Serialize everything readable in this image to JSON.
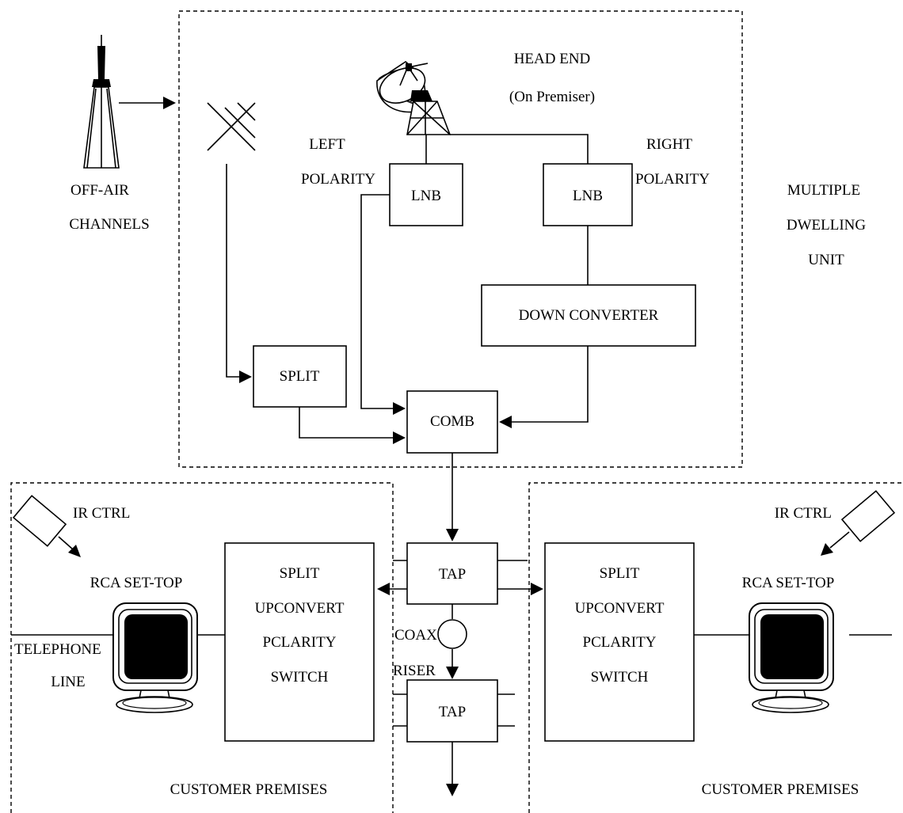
{
  "head_end": {
    "title": "HEAD END",
    "subtitle": "(On Premiser)"
  },
  "off_air": {
    "line1": "OFF-AIR",
    "line2": "CHANNELS"
  },
  "left_polarity": {
    "line1": "LEFT",
    "line2": "POLARITY"
  },
  "right_polarity": {
    "line1": "RIGHT",
    "line2": "POLARITY"
  },
  "mdu": {
    "line1": "MULTIPLE",
    "line2": "DWELLING",
    "line3": "UNIT"
  },
  "boxes": {
    "lnb_left": "LNB",
    "lnb_right": "LNB",
    "down_converter": "DOWN CONVERTER",
    "split": "SPLIT",
    "comb": "COMB",
    "tap_top": "TAP",
    "tap_bottom": "TAP"
  },
  "coax": {
    "line1": "COAX",
    "line2": "RISER"
  },
  "premises_left": {
    "ir_ctrl": "IR CTRL",
    "set_top": "RCA SET-TOP",
    "telephone_line1": "TELEPHONE",
    "telephone_line2": "LINE",
    "unit_lines": [
      "SPLIT",
      "UPCONVERT",
      "PCLARITY",
      "SWITCH"
    ],
    "title": "CUSTOMER PREMISES"
  },
  "premises_right": {
    "ir_ctrl": "IR CTRL",
    "set_top": "RCA SET-TOP",
    "unit_lines": [
      "SPLIT",
      "UPCONVERT",
      "PCLARITY",
      "SWITCH"
    ],
    "title": "CUSTOMER PREMISES"
  }
}
